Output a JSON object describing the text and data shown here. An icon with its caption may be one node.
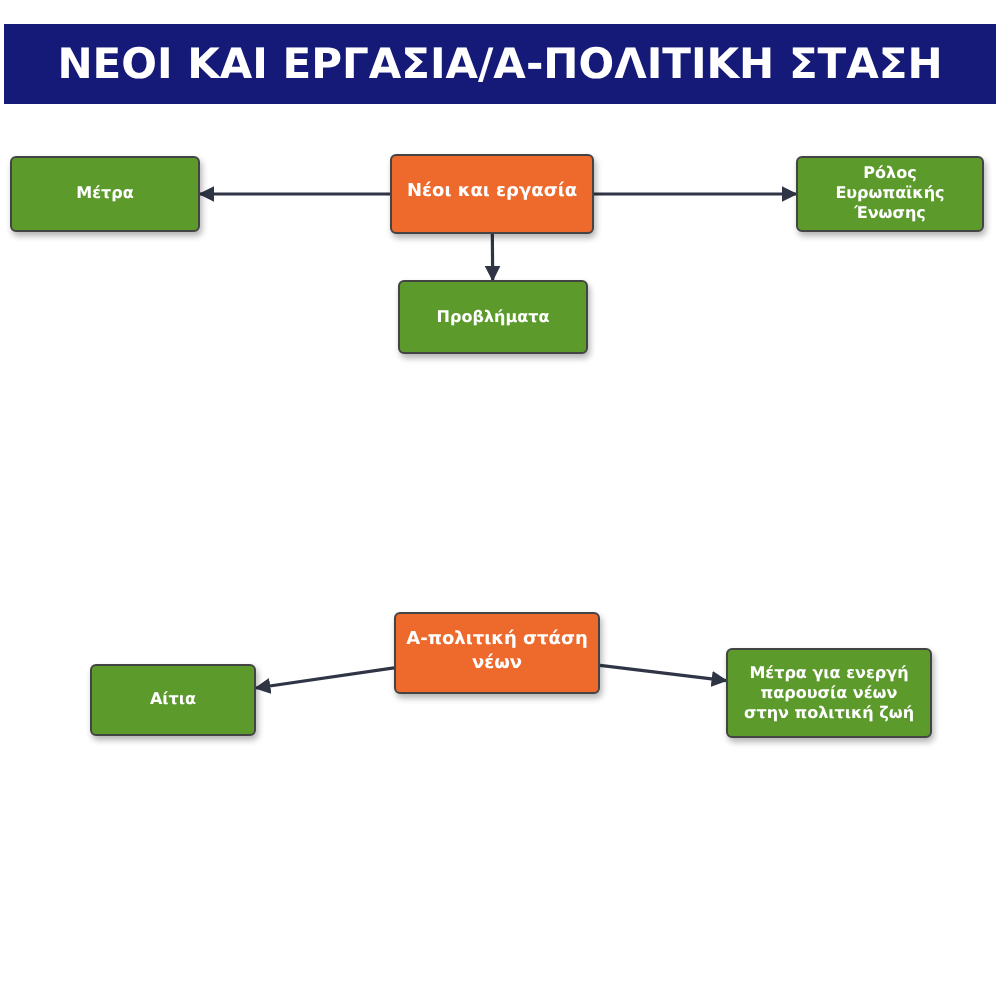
{
  "diagram": {
    "title": "ΝΕΟΙ ΚΑΙ ΕΡΓΑΣΙΑ/Α-ΠΟΛΙΤΙΚΗ ΣΤΑΣΗ",
    "nodes": [
      {
        "text": [
          "Νέοι και εργασία"
        ]
      },
      {
        "text": [
          "Μέτρα"
        ]
      },
      {
        "text": [
          "Ρόλος Ευρωπαϊκής Ένωσης"
        ]
      },
      {
        "text": [
          "Προβλήματα"
        ]
      },
      {
        "text": [
          "Α-πολιτική στάση νέων"
        ]
      },
      {
        "text": [
          "Αίτια"
        ]
      },
      {
        "text": [
          "Μέτρα για ενεργή παρουσία νέων στην πολιτική ζωή"
        ]
      }
    ],
    "edges": [
      {
        "from": 0,
        "to": 1,
        "arrow": "to"
      },
      {
        "from": 0,
        "to": 2,
        "arrow": "to"
      },
      {
        "from": 0,
        "to": 3,
        "arrow": "to"
      },
      {
        "from": 4,
        "to": 5,
        "arrow": "to"
      },
      {
        "from": 4,
        "to": 6,
        "arrow": "to"
      }
    ]
  }
}
